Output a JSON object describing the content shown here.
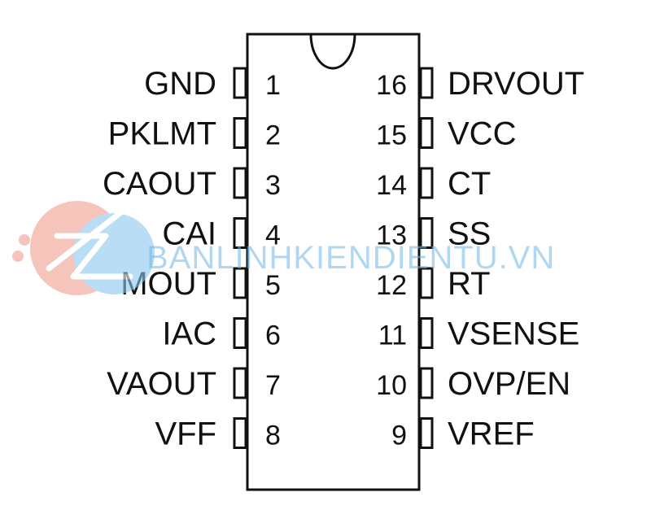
{
  "ic": {
    "left_pins": [
      {
        "num": "1",
        "label": "GND"
      },
      {
        "num": "2",
        "label": "PKLMT"
      },
      {
        "num": "3",
        "label": "CAOUT"
      },
      {
        "num": "4",
        "label": "CAI"
      },
      {
        "num": "5",
        "label": "MOUT"
      },
      {
        "num": "6",
        "label": "IAC"
      },
      {
        "num": "7",
        "label": "VAOUT"
      },
      {
        "num": "8",
        "label": "VFF"
      }
    ],
    "right_pins": [
      {
        "num": "16",
        "label": "DRVOUT"
      },
      {
        "num": "15",
        "label": "VCC"
      },
      {
        "num": "14",
        "label": "CT"
      },
      {
        "num": "13",
        "label": "SS"
      },
      {
        "num": "12",
        "label": "RT"
      },
      {
        "num": "11",
        "label": "VSENSE"
      },
      {
        "num": "10",
        "label": "OVP/EN"
      },
      {
        "num": "9",
        "label": "VREF"
      }
    ]
  },
  "watermark": {
    "text": "BANLINHKIENDIENTU.VN"
  },
  "colors": {
    "stroke": "#111111",
    "watermark_blue": "#6fb8e8",
    "watermark_red": "#f0a090"
  }
}
